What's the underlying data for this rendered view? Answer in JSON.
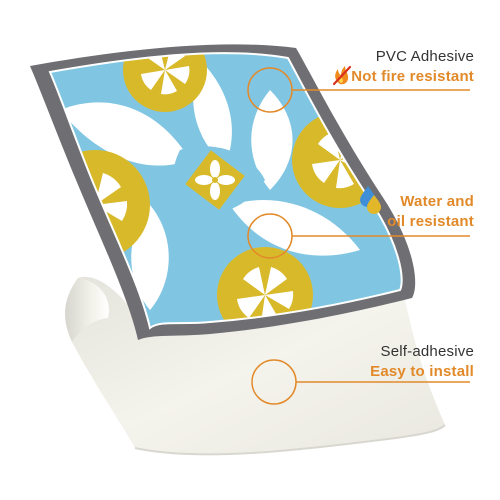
{
  "colors": {
    "accent": "#e28a2a",
    "tile_blue": "#80c6e3",
    "tile_yellow": "#d8b92a",
    "tile_border": "#6f6f73",
    "backing_paper": "#f1f0e8",
    "text": "#333333"
  },
  "features": [
    {
      "title": "PVC Adhesive",
      "feature": "Not fire resistant",
      "icon": "no-fire-icon"
    },
    {
      "title": "Water and",
      "feature": "oil resistant",
      "icon": "water-oil-drops-icon"
    },
    {
      "title": "Self-adhesive",
      "feature": "Easy to install",
      "icon": null
    }
  ]
}
